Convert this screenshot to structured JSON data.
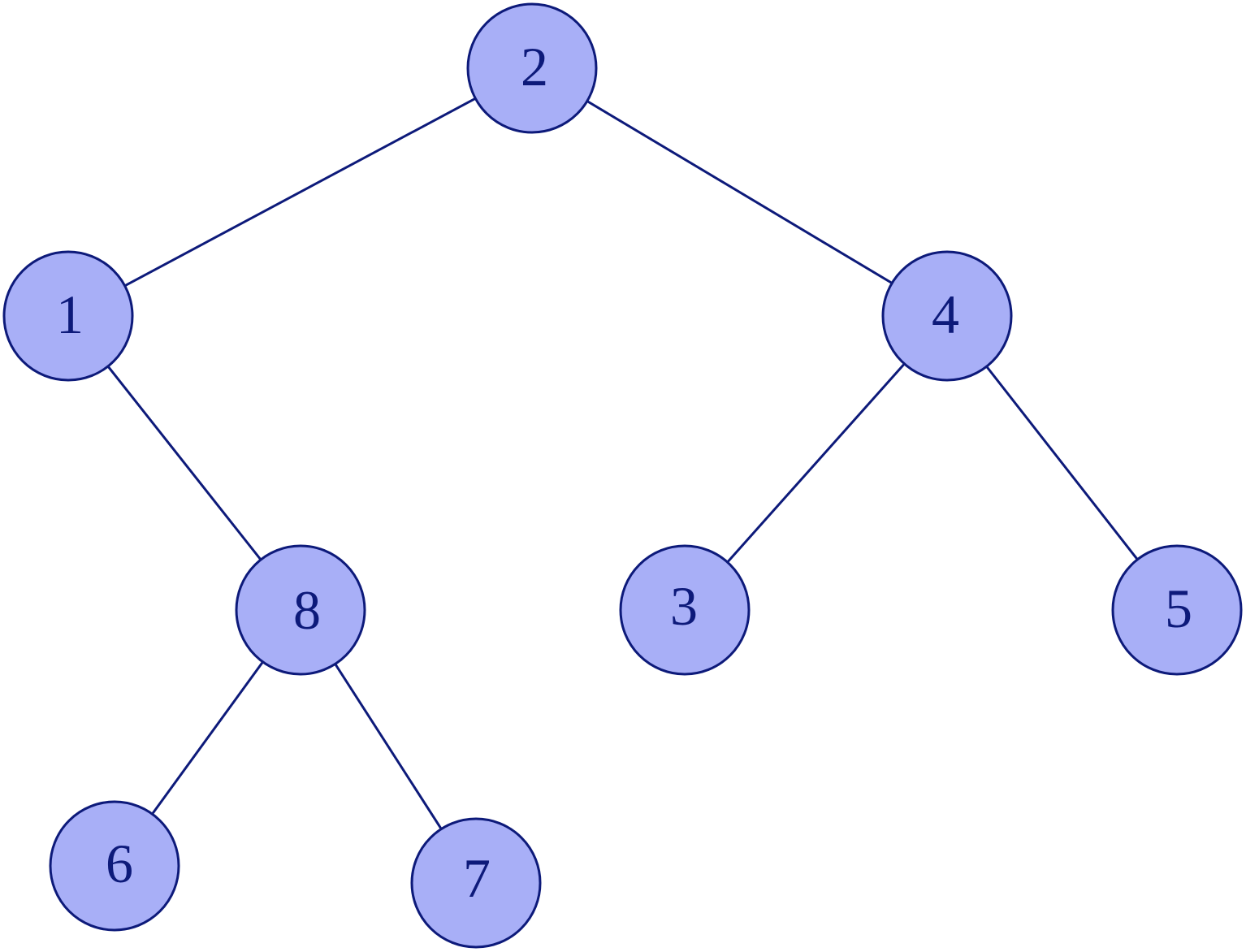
{
  "diagram": {
    "type": "binary-tree",
    "colors": {
      "node_fill": "#a8aff7",
      "node_stroke": "#0d1a7a",
      "edge": "#0d1a7a",
      "label": "#0d1a7a"
    },
    "nodes": {
      "n2": {
        "label": "2"
      },
      "n1": {
        "label": "1"
      },
      "n4": {
        "label": "4"
      },
      "n8": {
        "label": "8"
      },
      "n3": {
        "label": "3"
      },
      "n5": {
        "label": "5"
      },
      "n6": {
        "label": "6"
      },
      "n7": {
        "label": "7"
      }
    },
    "edges": [
      {
        "from": "2",
        "to": "1"
      },
      {
        "from": "2",
        "to": "4"
      },
      {
        "from": "1",
        "to": "8"
      },
      {
        "from": "4",
        "to": "3"
      },
      {
        "from": "4",
        "to": "5"
      },
      {
        "from": "8",
        "to": "6"
      },
      {
        "from": "8",
        "to": "7"
      }
    ]
  }
}
